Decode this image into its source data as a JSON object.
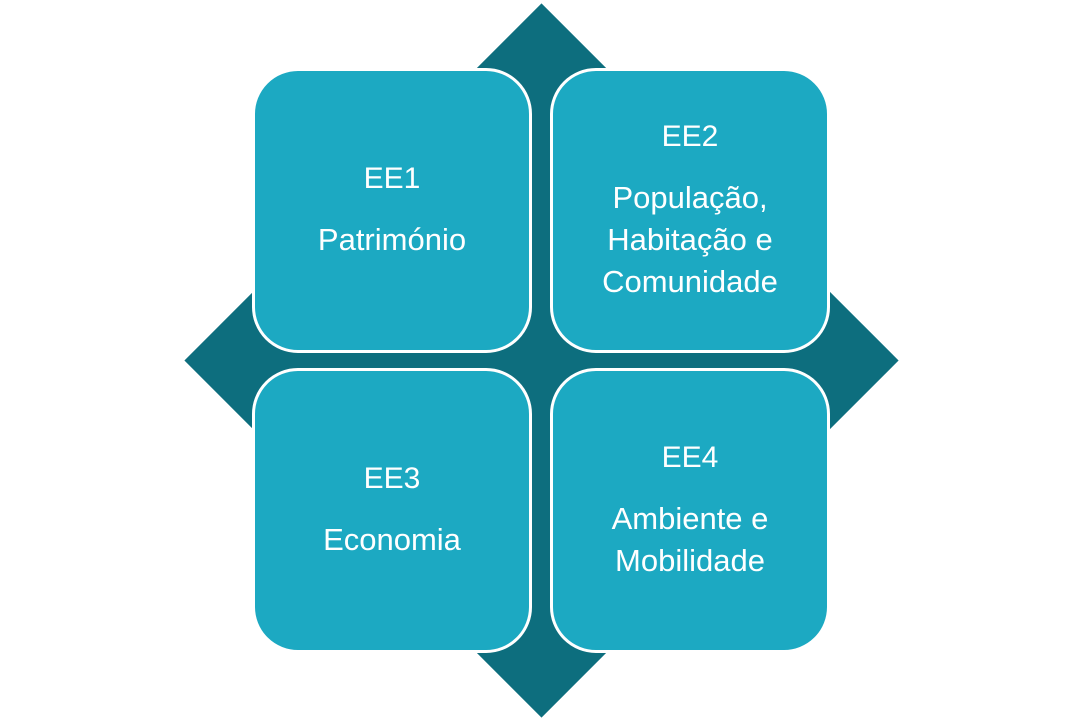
{
  "diagram": {
    "type": "quadrant-smartart",
    "colors": {
      "background": "#ffffff",
      "diamond": "#0d6e7e",
      "box": "#1ca9c2",
      "box_border": "#ffffff",
      "text": "#ffffff"
    },
    "boxes": [
      {
        "id": "EE1",
        "label": "Património"
      },
      {
        "id": "EE2",
        "label": "População, Habitação e Comunidade"
      },
      {
        "id": "EE3",
        "label": "Economia"
      },
      {
        "id": "EE4",
        "label": "Ambiente e Mobilidade"
      }
    ]
  }
}
